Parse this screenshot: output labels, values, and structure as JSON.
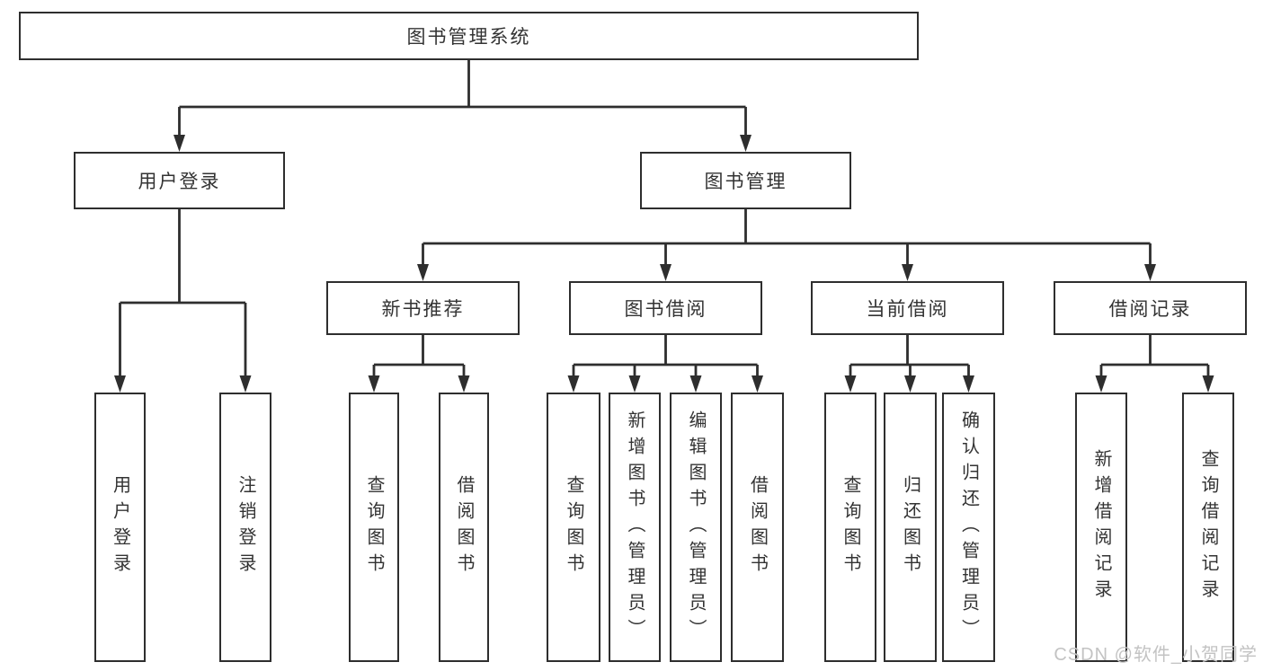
{
  "diagram": {
    "title_node": "图书管理系统",
    "tree": {
      "root": {
        "label": "图书管理系统"
      },
      "branches": [
        {
          "label": "用户登录",
          "children": [
            {
              "label": "用户登录"
            },
            {
              "label": "注销登录"
            }
          ]
        },
        {
          "label": "图书管理",
          "children": [
            {
              "label": "新书推荐",
              "children": [
                {
                  "label": "查询图书"
                },
                {
                  "label": "借阅图书"
                }
              ]
            },
            {
              "label": "图书借阅",
              "children": [
                {
                  "label": "查询图书"
                },
                {
                  "label": "新增图书（管理员）"
                },
                {
                  "label": "编辑图书（管理员）"
                },
                {
                  "label": "借阅图书"
                }
              ]
            },
            {
              "label": "当前借阅",
              "children": [
                {
                  "label": "查询图书"
                },
                {
                  "label": "归还图书"
                },
                {
                  "label": "确认归还（管理员）"
                }
              ]
            },
            {
              "label": "借阅记录",
              "children": [
                {
                  "label": "新增借阅记录"
                },
                {
                  "label": "查询借阅记录"
                }
              ]
            }
          ]
        }
      ]
    },
    "colors": {
      "line": "#2e2e2e",
      "text": "#333333",
      "watermark_text": "#c3c3c3",
      "background": "#ffffff"
    },
    "watermark": "CSDN @软件_小贺同学"
  }
}
